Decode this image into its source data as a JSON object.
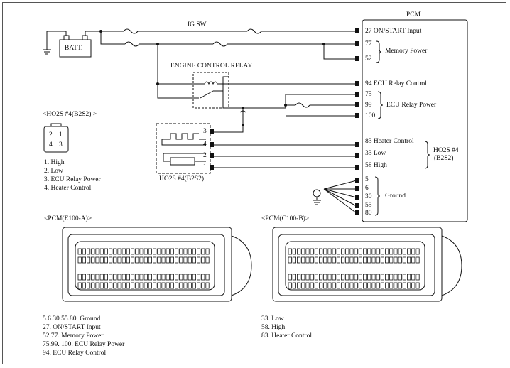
{
  "labels": {
    "pcm": "PCM",
    "batt": "BATT.",
    "ig_sw": "IG SW",
    "engine_relay": "ENGINE CONTROL RELAY",
    "ho2s_connector_title": "<HO2S #4(B2S2)  >",
    "ho2s_sensor_caption": "HO2S #4(B2S2)",
    "pcm_e100": "<PCM(E100-A)>",
    "pcm_c100": "<PCM(C100-B)>"
  },
  "pcm_pins": {
    "p27": "27 ON/START Input",
    "p77": "77",
    "p52": "52",
    "p94": "94 ECU Relay Control",
    "p75": "75",
    "p99": "99",
    "p100": "100",
    "p83": "83 Heater Control",
    "p33": "33  Low",
    "p58": "58  High",
    "p5": "5",
    "p6": "6",
    "p30": "30",
    "p55": "55",
    "p80": "80"
  },
  "groups": {
    "memory_power": "Memory Power",
    "ecu_relay_power": "ECU Relay Power",
    "ho2s_line1": "HO2S #4",
    "ho2s_line2": "(B2S2)",
    "ground": "Ground"
  },
  "sensor_pins": [
    "3",
    "4",
    "2",
    "1"
  ],
  "connector_numbers": [
    "2",
    "1",
    "4",
    "3"
  ],
  "ho2s_legend": [
    "1. High",
    "2. Low",
    "3. ECU Relay Power",
    "4. Heater Control"
  ],
  "e100_legend": [
    "5.6.30.55.80.    Ground",
    "27.  ON/START Input",
    "52.77.  Memory Power",
    "75.99. 100.  ECU Relay Power",
    "94.  ECU Relay Control"
  ],
  "c100_legend": [
    "33. Low",
    "58. High",
    "83.  Heater Control"
  ]
}
